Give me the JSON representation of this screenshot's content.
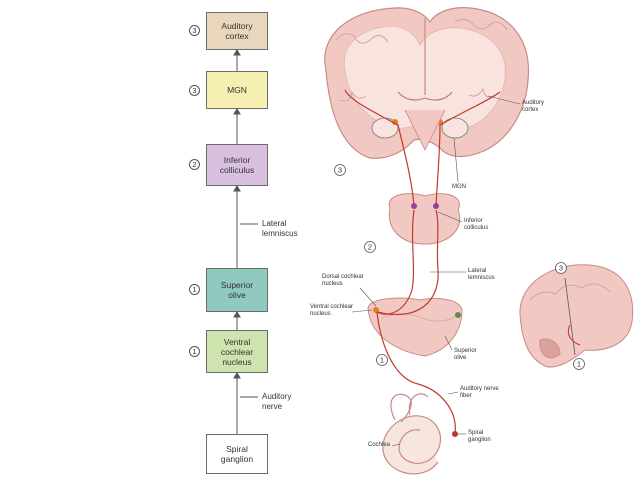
{
  "flowchart": {
    "boxes": [
      {
        "label": "Auditory\ncortex",
        "stage": "3",
        "color": "#e8d7bd"
      },
      {
        "label": "MGN",
        "stage": "3",
        "color": "#f5f0b2"
      },
      {
        "label": "Inferior\ncolliculus",
        "stage": "2",
        "color": "#d8c0de"
      },
      {
        "label": "Superior\nolive",
        "stage": "1",
        "color": "#8fc9bf"
      },
      {
        "label": "Ventral\ncochlear\nnucleus",
        "stage": "1",
        "color": "#cfe3ae"
      },
      {
        "label": "Spiral\nganglion",
        "stage": "",
        "color": "#ffffff"
      }
    ],
    "tracts": [
      {
        "label": "Lateral\nlemniscus"
      },
      {
        "label": "Auditory\nnerve"
      }
    ]
  },
  "illustration": {
    "labels": {
      "auditory_cortex": "Auditory\ncortex",
      "mgn": "MGN",
      "inferior_colliculus": "Inferior\ncolliculus",
      "lateral_lemniscus": "Lateral\nlemniscus",
      "dorsal_cochlear_nucleus": "Dorsal cochlear\nnucleus",
      "ventral_cochlear_nucleus": "Ventral cochlear\nnucleus",
      "superior_olive": "Superior\nolive",
      "auditory_nerve_fiber": "Auditory nerve\nfiber",
      "spiral_ganglion": "Spiral\nganglion",
      "cochlea": "Cochlea"
    },
    "stage_markers": {
      "cortex": "3",
      "brainstem_mid": "2",
      "medulla": "1",
      "sagittal_top": "3",
      "sagittal_bottom": "1"
    }
  },
  "colors": {
    "brain_tissue": "#f2c9c2",
    "brain_outline": "#c98a86",
    "white_matter": "#f9e3de",
    "pathway": "#c0392b",
    "connector": "#555555"
  }
}
